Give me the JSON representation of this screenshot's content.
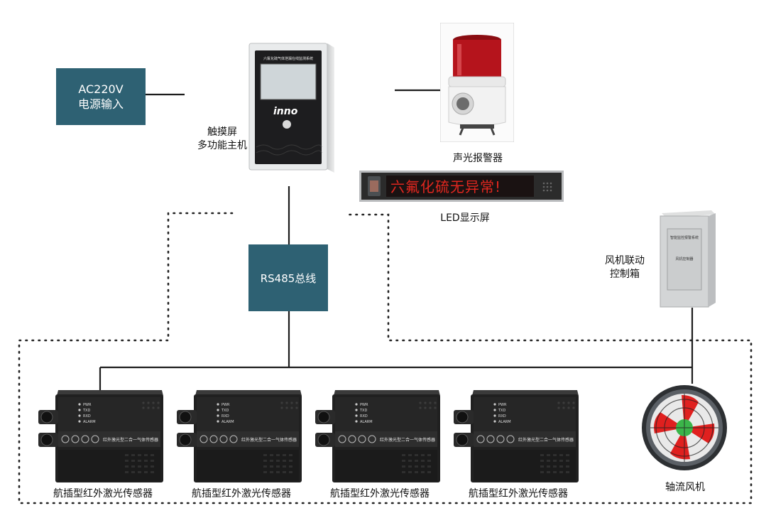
{
  "power_input": {
    "line1": "AC220V",
    "line2": "电源输入"
  },
  "main_host": {
    "label_line1": "触摸屏",
    "label_line2": "多功能主机",
    "panel_title": "六氟化硫气体泄漏在线监测系统",
    "brand": "inno"
  },
  "alarm": {
    "label": "声光报警器"
  },
  "led_display": {
    "message": "六氟化硫无异常!",
    "label": "LED显示屏"
  },
  "bus": {
    "label": "RS485总线"
  },
  "fan_control": {
    "label_line1": "风机联动",
    "label_line2": "控制箱",
    "plate_line1": "智能监控报警系统",
    "plate_line2": "风机控制器"
  },
  "sensors": [
    {
      "label": "航插型红外激光传感器",
      "device_text": "红外激光型二合一气体传感器",
      "leds": [
        "PWR",
        "TXD",
        "RXD",
        "ALARM"
      ]
    },
    {
      "label": "航插型红外激光传感器",
      "device_text": "红外激光型二合一气体传感器",
      "leds": [
        "PWR",
        "TXD",
        "RXD",
        "ALARM"
      ]
    },
    {
      "label": "航插型红外激光传感器",
      "device_text": "红外激光型二合一气体传感器",
      "leds": [
        "PWR",
        "TXD",
        "RXD",
        "ALARM"
      ]
    },
    {
      "label": "航插型红外激光传感器",
      "device_text": "红外激光型二合一气体传感器",
      "leds": [
        "PWR",
        "TXD",
        "RXD",
        "ALARM"
      ]
    }
  ],
  "fan": {
    "label": "轴流风机"
  },
  "colors": {
    "box_fill": "#2e6173",
    "led_text": "#e0271f",
    "alarm_red": "#b5141c"
  }
}
